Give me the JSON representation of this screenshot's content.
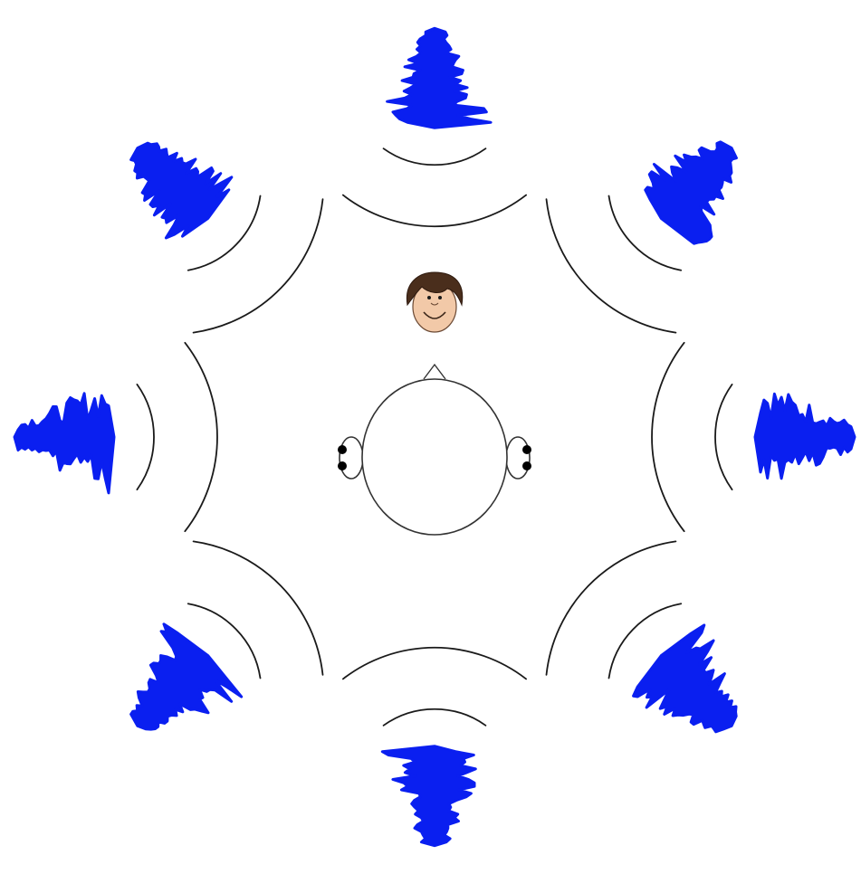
{
  "scene": {
    "description_free": true,
    "source_count": 8,
    "sources": [
      {
        "id": "top",
        "direction_deg": 0
      },
      {
        "id": "top-right",
        "direction_deg": 45
      },
      {
        "id": "right",
        "direction_deg": 90
      },
      {
        "id": "bottom-right",
        "direction_deg": 135
      },
      {
        "id": "bottom",
        "direction_deg": 180
      },
      {
        "id": "bottom-left",
        "direction_deg": 225
      },
      {
        "id": "left",
        "direction_deg": 270
      },
      {
        "id": "top-left",
        "direction_deg": 315
      }
    ],
    "colors": {
      "waveform": "#0a1ff0",
      "arcs": "#1a1a1a",
      "skin": "#f2c9a8",
      "hair": "#4a2e1c",
      "microphones": "#000000"
    },
    "icons": {
      "listener_face": "cartoon-face-icon",
      "head_top_view": "head-topview-icon",
      "ear_microphone": "microphone-dot-icon",
      "sound_source": "waveform-icon"
    }
  }
}
